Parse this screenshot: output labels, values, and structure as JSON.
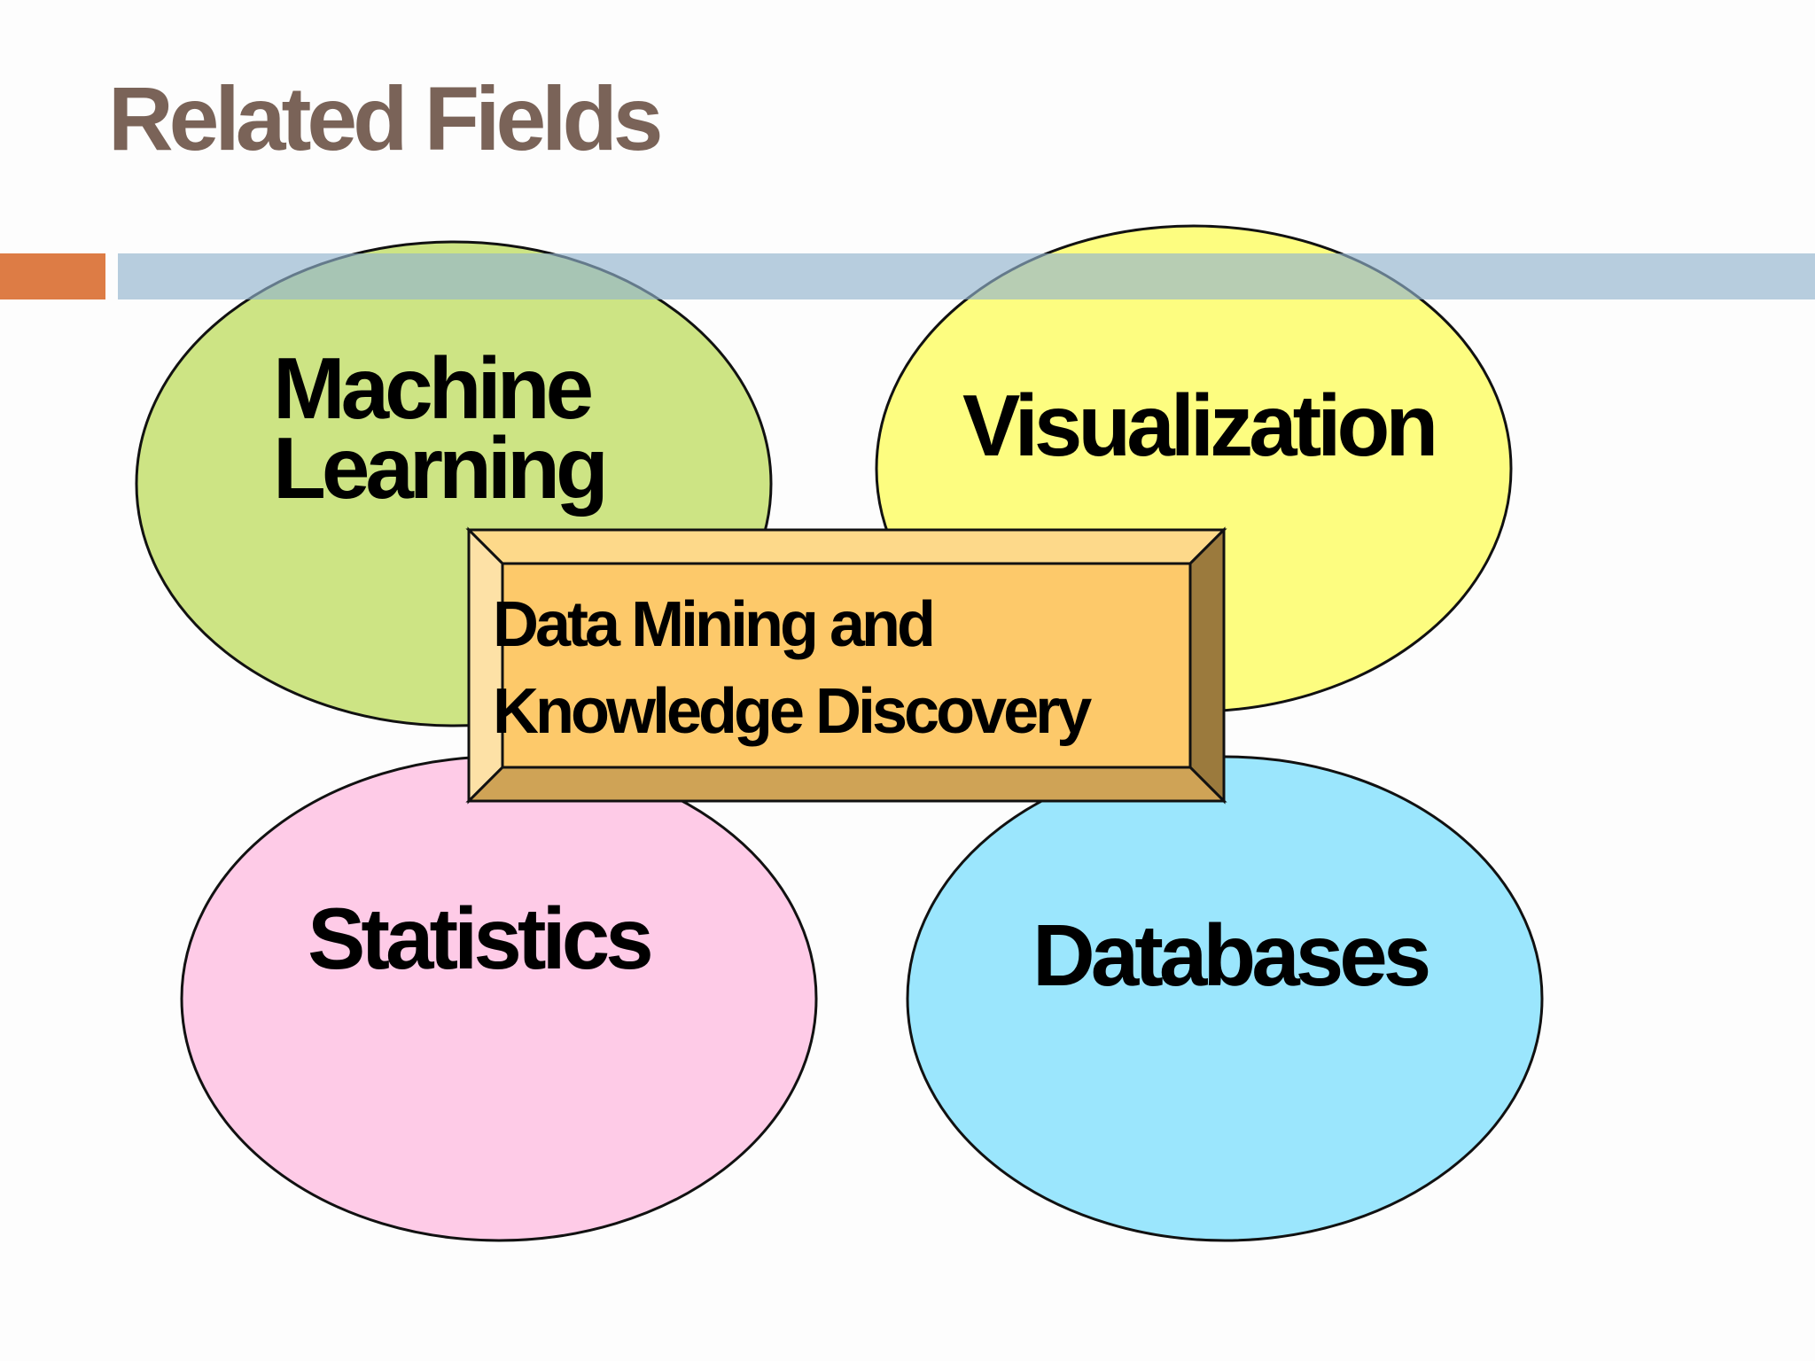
{
  "slide": {
    "title": "Related Fields"
  },
  "colors": {
    "title": "#7a6358",
    "accent_orange": "#dd7c45",
    "accent_blue": "#92b4ce",
    "machine_learning": "#cde484",
    "visualization": "#fdfd80",
    "statistics": "#fecbe7",
    "databases": "#9be6fd",
    "center_box": "#fdc96a",
    "outline": "#111111"
  },
  "diagram": {
    "machine_learning": {
      "line1": "Machine",
      "line2": "Learning"
    },
    "visualization": {
      "label": "Visualization"
    },
    "statistics": {
      "label": "Statistics"
    },
    "databases": {
      "label": "Databases"
    },
    "center": {
      "line1": "Data Mining and",
      "line2": "Knowledge Discovery"
    }
  }
}
